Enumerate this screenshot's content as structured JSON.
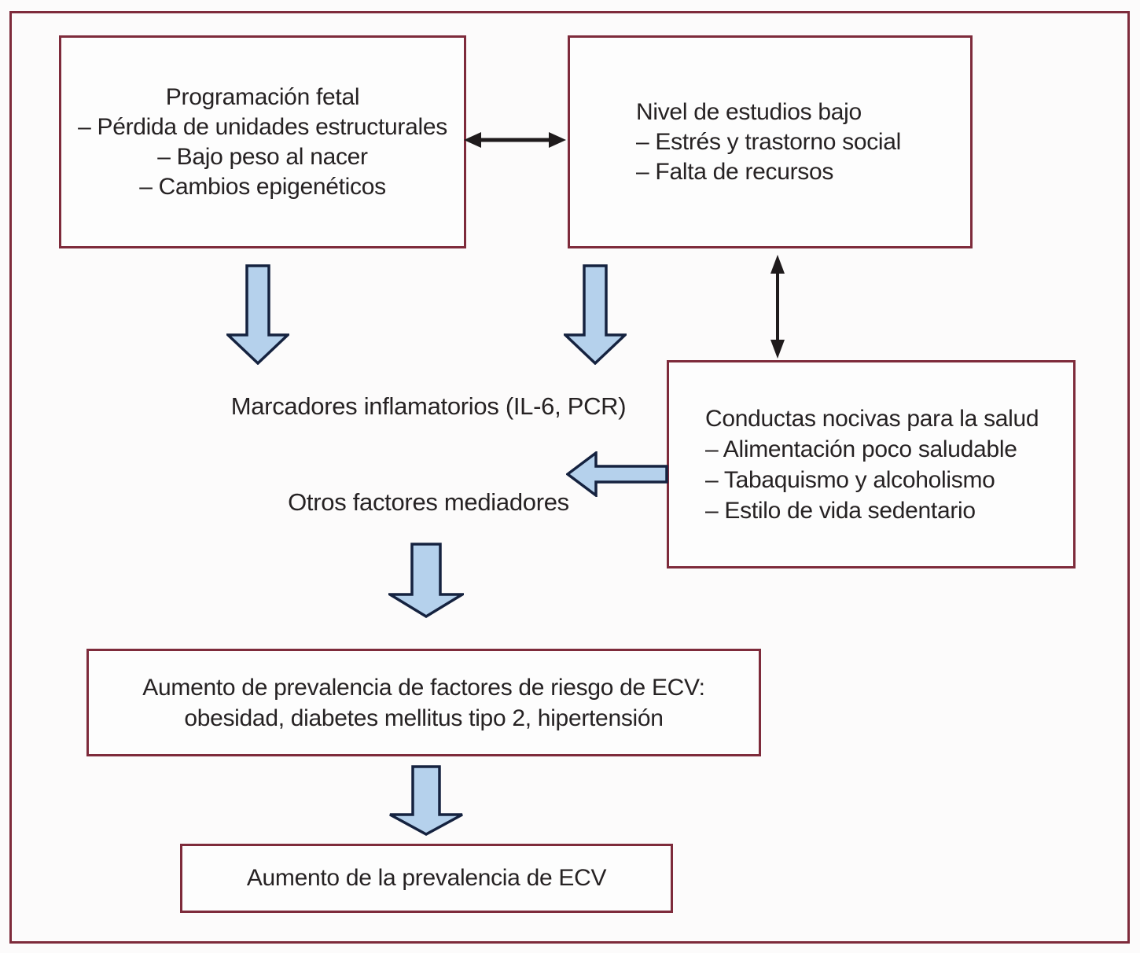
{
  "diagram": {
    "boxes": {
      "fetal": {
        "title": "Programación fetal",
        "items": [
          "– Pérdida de unidades estructurales",
          "– Bajo peso al nacer",
          "– Cambios epigenéticos"
        ]
      },
      "education": {
        "title": "Nivel de estudios bajo",
        "items": [
          "– Estrés y trastorno social",
          "– Falta de recursos"
        ]
      },
      "behaviors": {
        "title": "Conductas nocivas para la salud",
        "items": [
          "– Alimentación poco saludable",
          "– Tabaquismo y alcoholismo",
          "– Estilo de vida sedentario"
        ]
      },
      "risk": {
        "line1": "Aumento de prevalencia de factores de riesgo de ECV:",
        "line2": "obesidad, diabetes mellitus tipo 2, hipertensión"
      },
      "outcome": {
        "text": "Aumento de la prevalencia de ECV"
      }
    },
    "labels": {
      "markers": "Marcadores inflamatorios (IL-6, PCR)",
      "mediators": "Otros factores mediadores"
    },
    "colors": {
      "border": "#7e2b3b",
      "arrow_fill": "#b5d1ec",
      "arrow_stroke": "#15223f",
      "black_arrow": "#1f1b1c",
      "text": "#262223"
    }
  }
}
